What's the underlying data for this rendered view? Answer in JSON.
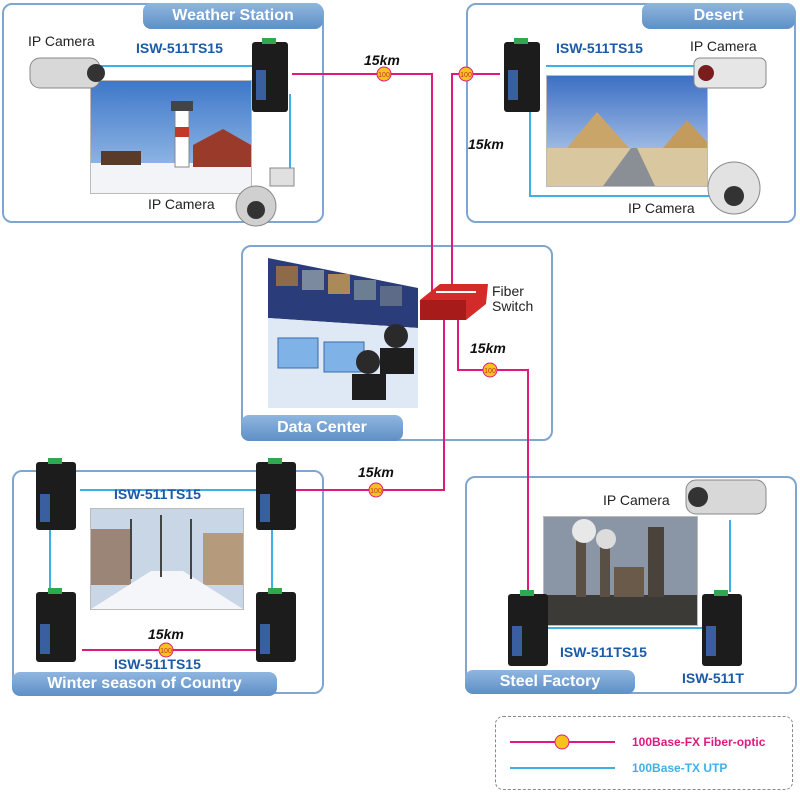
{
  "sites": {
    "weather": {
      "title": "Weather Station",
      "switch": "ISW-511TS15",
      "camera1": "IP Camera",
      "camera2": "IP Camera"
    },
    "desert": {
      "title": "Desert",
      "switch": "ISW-511TS15",
      "camera1": "IP Camera",
      "camera2": "IP Camera"
    },
    "datacenter": {
      "title": "Data Center",
      "switch_label_1": "Fiber",
      "switch_label_2": "Switch"
    },
    "winter": {
      "title": "Winter season of Country",
      "switch_top": "ISW-511TS15",
      "switch_bottom": "ISW-511TS15"
    },
    "steel": {
      "title": "Steel Factory",
      "switch_left": "ISW-511TS15",
      "switch_right": "ISW-511T",
      "camera": "IP Camera"
    }
  },
  "links": {
    "weather_km": "15km",
    "desert_km": "15km",
    "steel_km": "15km",
    "winter_km": "15km",
    "winter_ring_km": "15km",
    "badge": "100"
  },
  "legend": {
    "fiber": "100Base-FX Fiber-optic",
    "utp": "100Base-TX UTP"
  },
  "colors": {
    "fiber": "#e0197f",
    "utp": "#3fb0e6",
    "panel_border": "#7ea6cf",
    "tab": "#5e8fc6",
    "badge": "#f7c21a"
  }
}
